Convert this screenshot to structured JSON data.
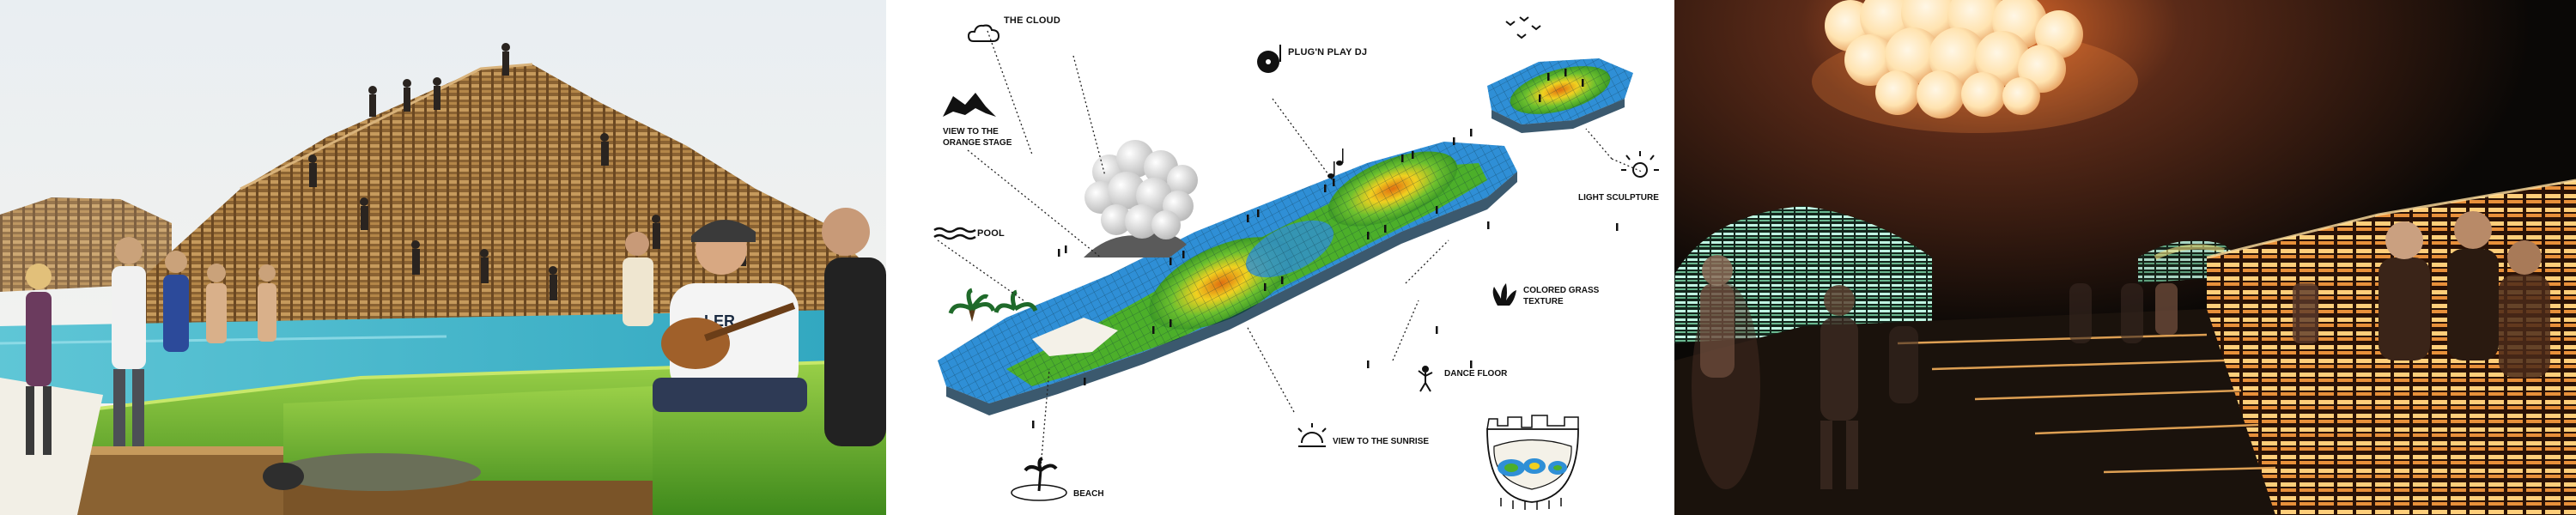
{
  "colors": {
    "water": "#2f8fd6",
    "grass": "#4caf2a",
    "heat_mid": "#f0d020",
    "heat_hot": "#e07010",
    "pallet": "#b08040",
    "glow": "#ffe9b8"
  },
  "photo_left": {
    "shirt_text": [
      "LER",
      "ER"
    ]
  },
  "diagram": {
    "labels": [
      {
        "id": "the-cloud",
        "text": "THE CLOUD",
        "icon": "cloud-icon"
      },
      {
        "id": "plug-n-play-dj",
        "text": "PLUG'N PLAY DJ",
        "icon": "vinyl-record-icon"
      },
      {
        "id": "view-orange-stage",
        "text": [
          "VIEW TO THE",
          "ORANGE STAGE"
        ],
        "icon": "tent-stage-icon"
      },
      {
        "id": "pool",
        "text": "POOL",
        "icon": "waves-icon"
      },
      {
        "id": "light-sculpture",
        "text": "LIGHT SCULPTURE",
        "icon": "sun-light-icon"
      },
      {
        "id": "colored-grass",
        "text": [
          "COLORED GRASS",
          "TEXTURE"
        ],
        "icon": "grass-tuft-icon"
      },
      {
        "id": "dance-floor",
        "text": "DANCE FLOOR",
        "icon": "dancer-icon"
      },
      {
        "id": "view-sunrise",
        "text": "VIEW TO THE SUNRISE",
        "icon": "sunrise-icon"
      },
      {
        "id": "beach",
        "text": "BEACH",
        "icon": "palm-tree-icon"
      }
    ]
  }
}
